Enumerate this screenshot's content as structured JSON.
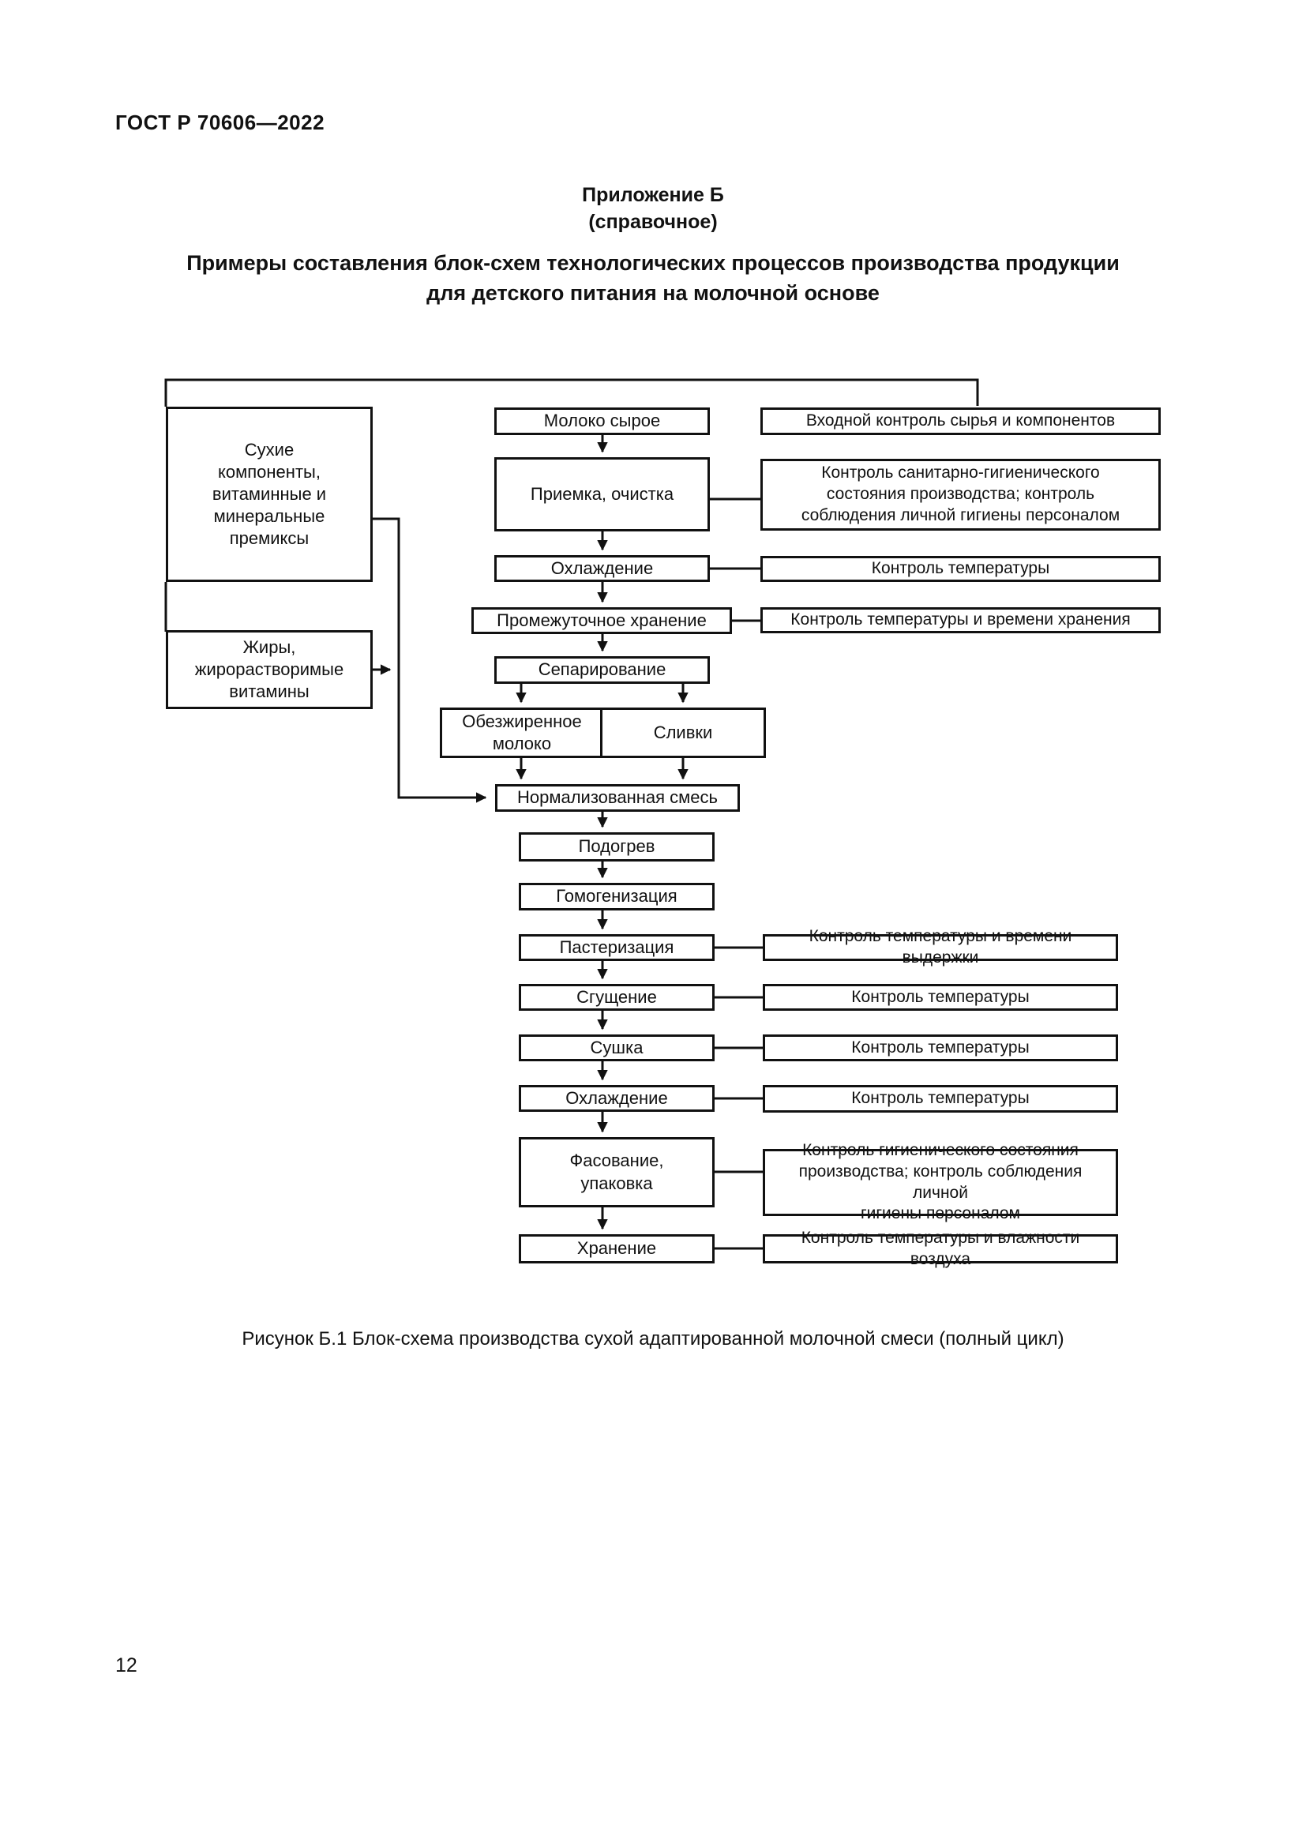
{
  "page": {
    "header": "ГОСТ Р 70606—2022",
    "appendix": "Приложение Б\n(справочное)",
    "title": "Примеры составления блок-схем технологических процессов производства продукции\nдля детского питания на молочной основе",
    "caption": "Рисунок Б.1 Блок-схема производства сухой адаптированной молочной смеси (полный цикл)",
    "page_number": "12"
  },
  "diagram": {
    "inputs": {
      "dry_components": "Сухие\nкомпоненты,\nвитаминные и\nминеральные\nпремиксы",
      "fats": "Жиры,\nжирорастворимые\nвитамины"
    },
    "process": {
      "raw_milk": "Молоко сырое",
      "receiving": "Приемка, очистка",
      "cooling1": "Охлаждение",
      "intermediate_storage": "Промежуточное хранение",
      "separation": "Сепарирование",
      "skim_milk": "Обезжиренное\nмолоко",
      "cream": "Сливки",
      "normalized_mix": "Нормализованная смесь",
      "heating": "Подогрев",
      "homogenization": "Гомогенизация",
      "pasteurization": "Пастеризация",
      "condensing": "Сгущение",
      "drying": "Сушка",
      "cooling2": "Охлаждение",
      "packing": "Фасование,\nупаковка",
      "storage": "Хранение"
    },
    "controls": {
      "input_control": "Входной контроль сырья и компонентов",
      "sanitary_control": "Контроль санитарно-гигиенического\nсостояния производства; контроль\nсоблюдения личной гигиены персоналом",
      "temp_control_1": "Контроль температуры",
      "temp_time_storage": "Контроль температуры и времени хранения",
      "temp_time_holding": "Контроль температуры и времени выдержки",
      "temp_control_2": "Контроль температуры",
      "temp_control_3": "Контроль температуры",
      "temp_control_4": "Контроль температуры",
      "hygiene_control": "Контроль гигиенического состояния\nпроизводства; контроль соблюдения личной\nгигиены персоналом",
      "temp_humidity": "Контроль температуры и влажности воздуха"
    }
  }
}
